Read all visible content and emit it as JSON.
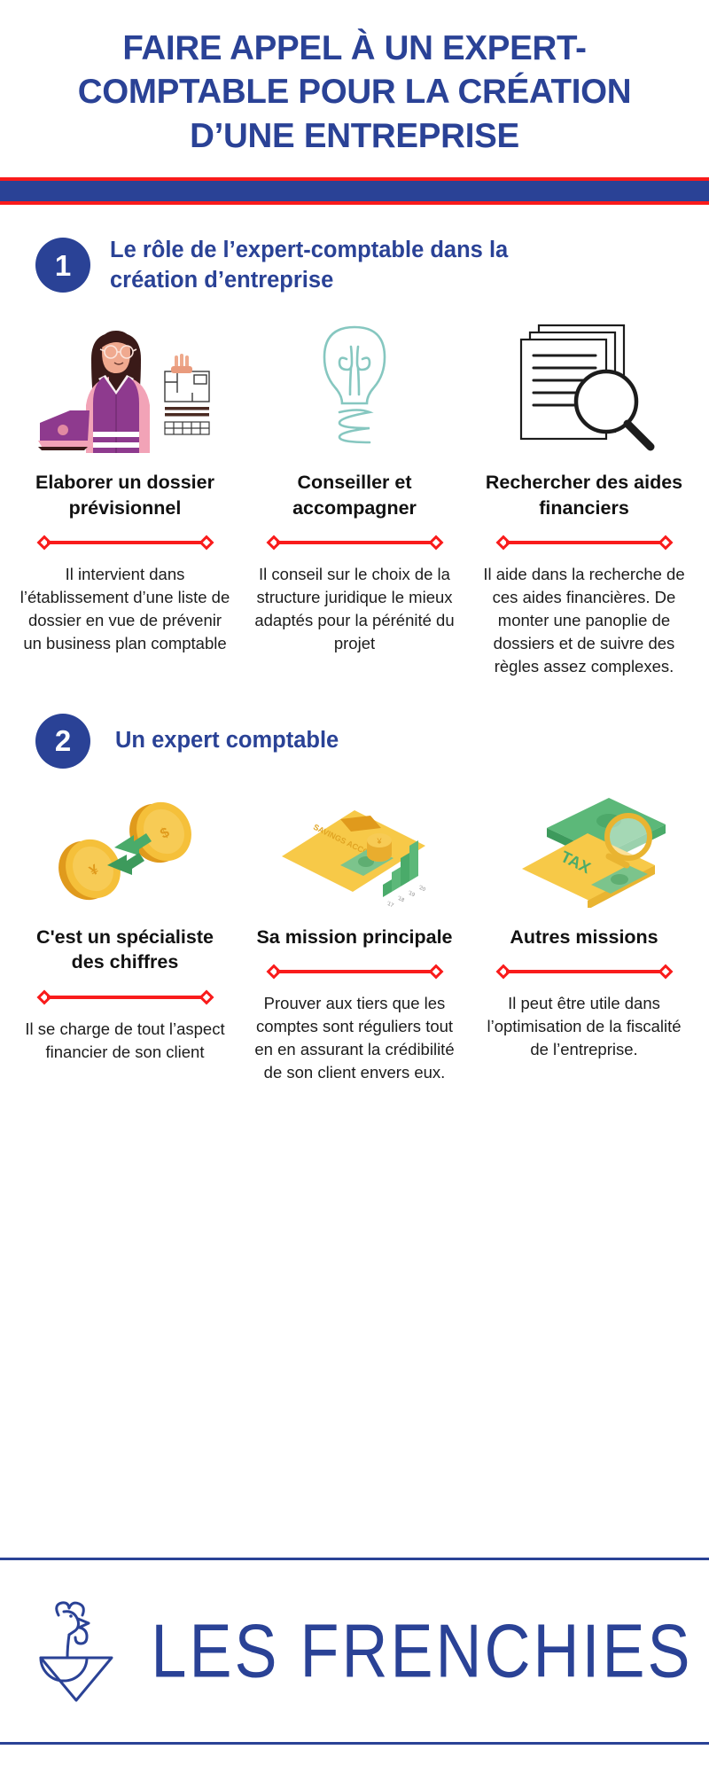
{
  "title": "FAIRE APPEL À UN EXPERT-COMPTABLE POUR LA CRÉATION D’UNE ENTREPRISE",
  "colors": {
    "navy": "#2a4296",
    "red": "#f91b1b",
    "text_dark": "#111111",
    "white": "#ffffff",
    "teal": "#86c7c0",
    "purple": "#8e3a8e",
    "pink": "#f2a3b7",
    "gold": "#f5c03a",
    "green": "#4aab6a"
  },
  "sections": [
    {
      "number": "1",
      "heading": "Le rôle de l’expert-comptable dans la création d’entreprise",
      "cards": [
        {
          "icon": "woman-with-laptop-icon",
          "title": "Elaborer un dossier prévisionnel",
          "body": "Il intervient dans l’établissement d’une liste de dossier en vue de prévenir un business plan comptable"
        },
        {
          "icon": "lightbulb-icon",
          "title": "Conseiller et accompagner",
          "body": "Il conseil sur le choix de la structure juridique le mieux adaptés pour la pérénité du projet"
        },
        {
          "icon": "document-magnifier-icon",
          "title": "Rechercher des aides financiers",
          "body": "Il aide  dans la recherche de ces aides financières. De monter une panoplie de dossiers et de suivre des règles assez complexes."
        }
      ]
    },
    {
      "number": "2",
      "heading": "Un expert comptable",
      "cards": [
        {
          "icon": "coins-exchange-icon",
          "title": "C'est un spécialiste des chiffres",
          "body": "Il se charge de tout l’aspect financier de son client"
        },
        {
          "icon": "savings-account-chart-icon",
          "title": "Sa mission principale",
          "body": "Prouver aux tiers que les comptes sont réguliers tout en en assurant la crédibilité de son client envers eux."
        },
        {
          "icon": "tax-money-magnifier-icon",
          "title": "Autres missions",
          "body": "Il peut être utile dans l’optimisation de la fiscalité de l’entreprise."
        }
      ]
    }
  ],
  "footer": {
    "logo_icon": "rooster-shield-logo-icon",
    "brand": "LES FRENCHIES"
  },
  "icon_labels": {
    "savings_account": "SAVINGS ACCOUNT",
    "tax": "TAX"
  }
}
